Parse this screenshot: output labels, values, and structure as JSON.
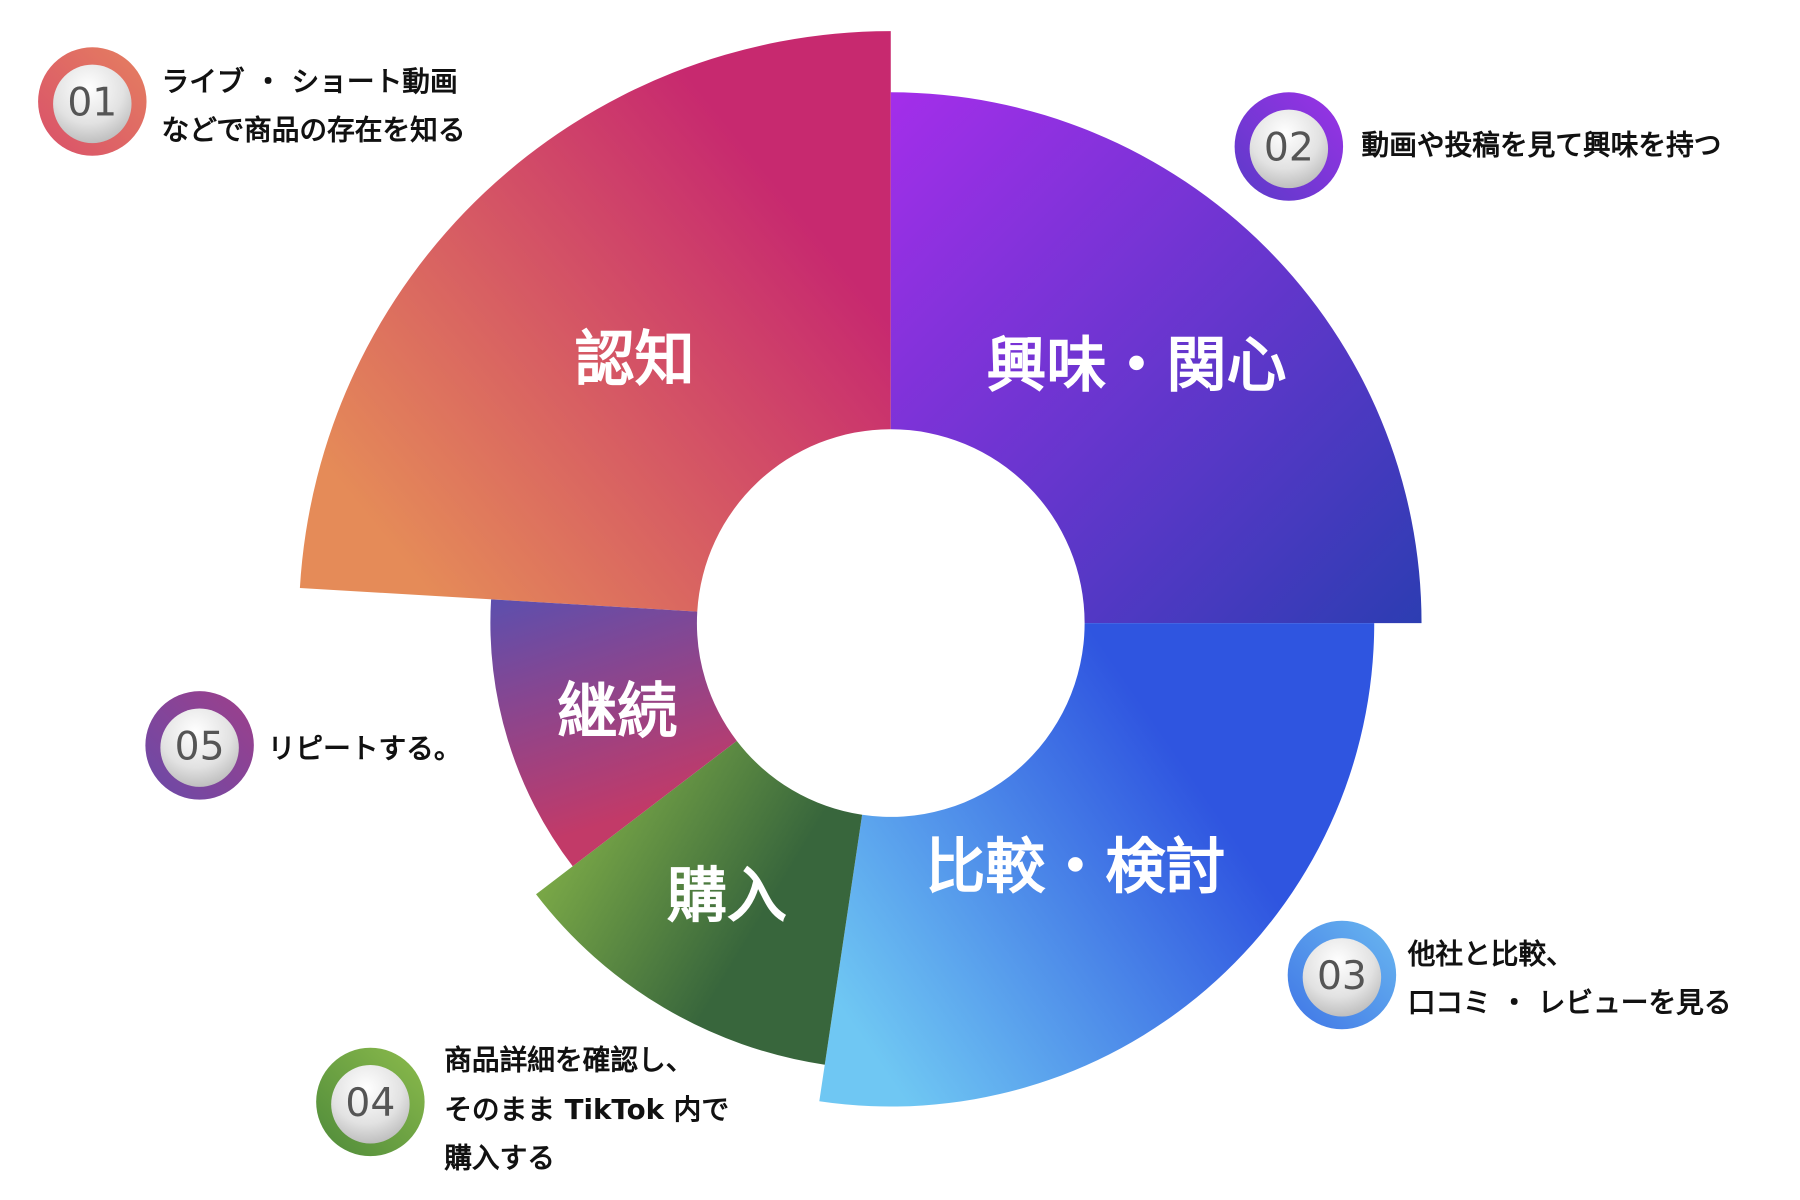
{
  "segments": [
    {
      "label": "認知",
      "colors": [
        "#E58B58",
        "#C7296F"
      ]
    },
    {
      "label": "興味・関心",
      "colors": [
        "#A42EEA",
        "#2C3DB2"
      ]
    },
    {
      "label": "比較・検討",
      "colors": [
        "#6FC7F3",
        "#2F55E0"
      ]
    },
    {
      "label": "購入",
      "colors": [
        "#8DBB4A",
        "#38663C"
      ]
    },
    {
      "label": "継続",
      "colors": [
        "#5C4FAE",
        "#C23A68"
      ]
    }
  ],
  "steps": [
    {
      "number": "01",
      "lines": [
        "ライブ ・ ショート動画",
        "などで商品の存在を知る"
      ],
      "ring": [
        "#D9506A",
        "#E58060"
      ]
    },
    {
      "number": "02",
      "lines": [
        "動画や投稿を見て興味を持つ"
      ],
      "ring": [
        "#5A3BC8",
        "#9B32E6"
      ]
    },
    {
      "number": "03",
      "lines": [
        "他社と比較、",
        "口コミ ・ レビューを見る"
      ],
      "ring": [
        "#3F75E6",
        "#6AB8F0"
      ]
    },
    {
      "number": "04",
      "lines": [
        "商品詳細を確認し、",
        "そのまま TikTok 内で",
        "購入する"
      ],
      "ring": [
        "#4E8A3A",
        "#8CBB4C"
      ]
    },
    {
      "number": "05",
      "lines": [
        "リピートする。"
      ],
      "ring": [
        "#6A4AA8",
        "#9E3F8A"
      ]
    }
  ]
}
